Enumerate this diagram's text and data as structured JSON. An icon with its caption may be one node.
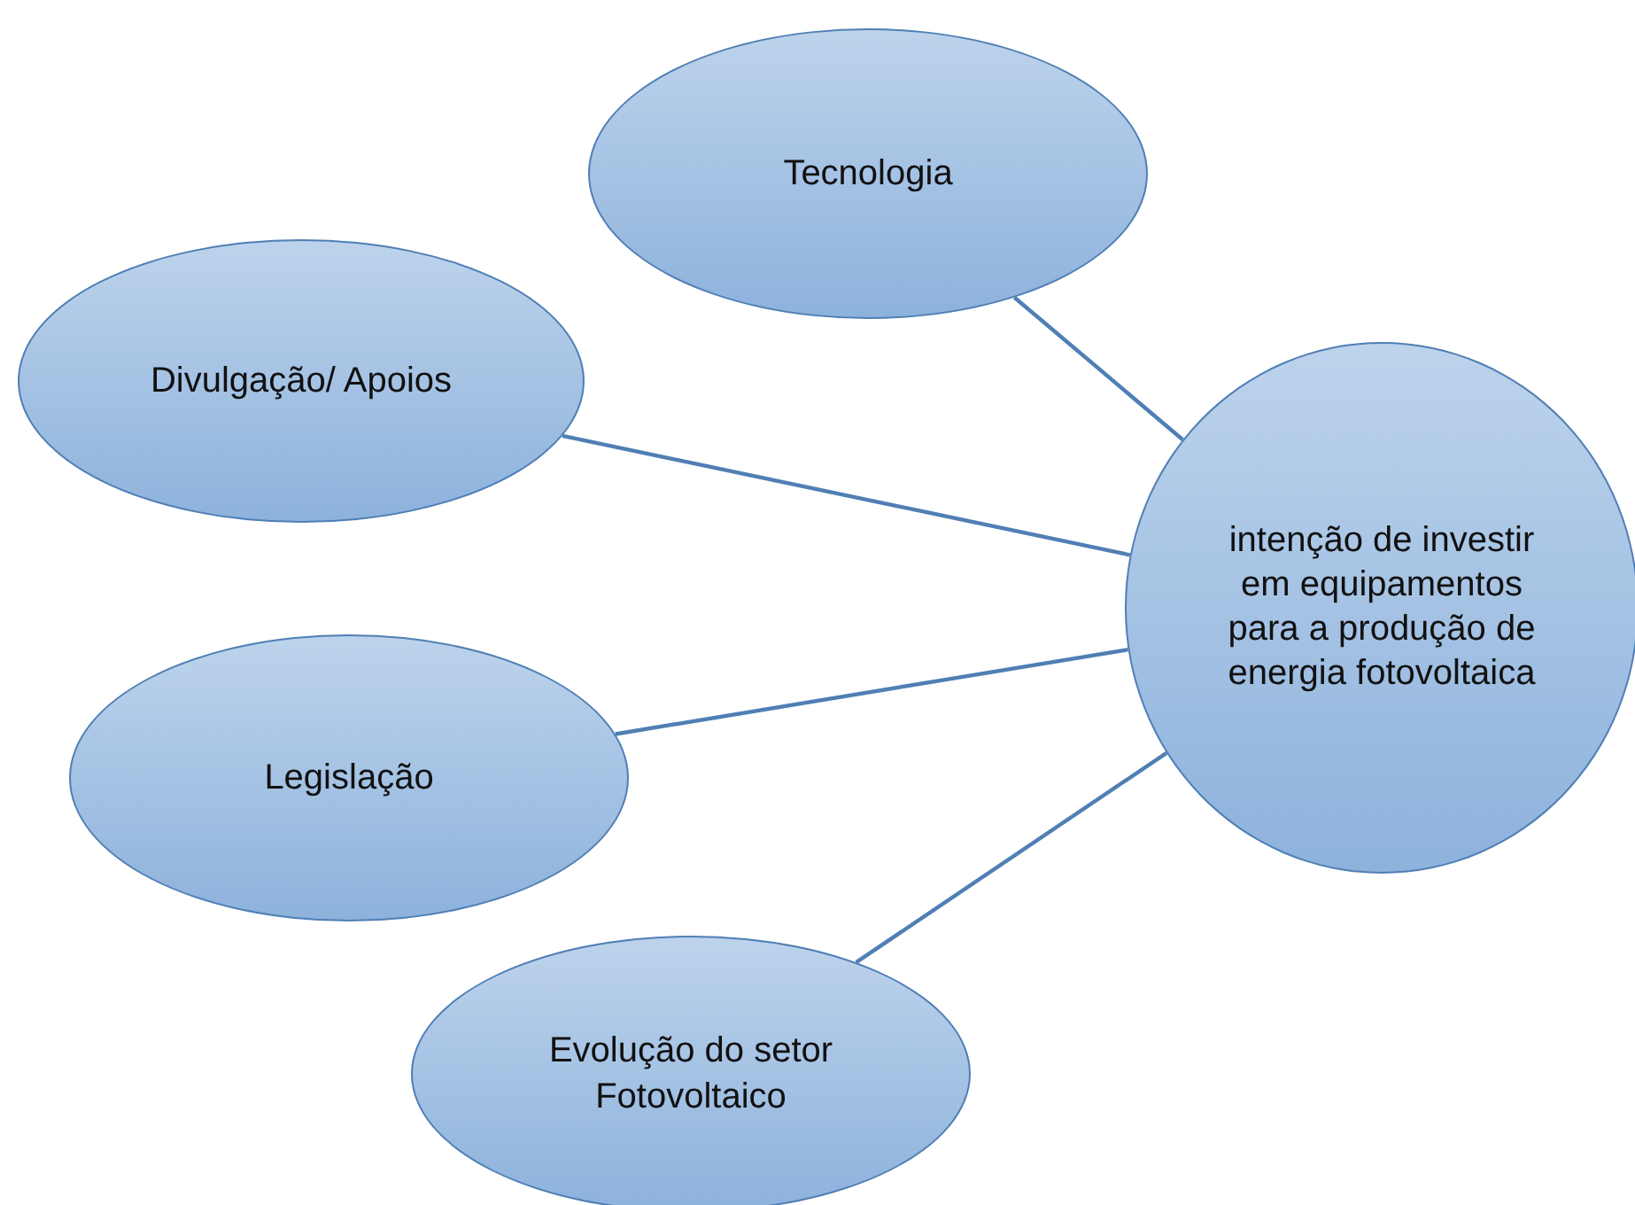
{
  "diagram": {
    "nodes": [
      {
        "text": [
          "Tecnologia"
        ]
      },
      {
        "text": [
          "Divulgação/ Apoios"
        ]
      },
      {
        "text": [
          "Legislação"
        ]
      },
      {
        "text": [
          "Evolução do setor Fotovoltaico"
        ]
      },
      {
        "text": [
          "intenção de investir em equipamentos para a produção de energia fotovoltaica"
        ]
      }
    ],
    "edges": [
      {
        "from": 0,
        "to": 4,
        "arrow": "none"
      },
      {
        "from": 1,
        "to": 4,
        "arrow": "none"
      },
      {
        "from": 2,
        "to": 4,
        "arrow": "none"
      },
      {
        "from": 3,
        "to": 4,
        "arrow": "none"
      }
    ]
  }
}
